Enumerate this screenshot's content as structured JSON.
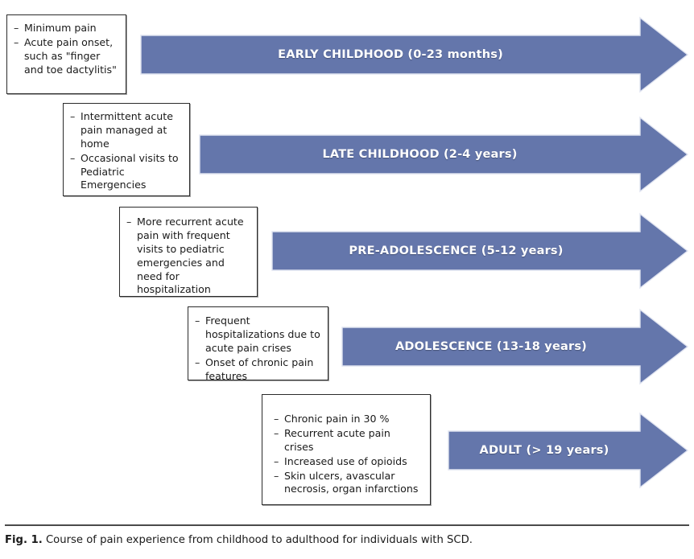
{
  "figure": {
    "caption_label": "Fig. 1.",
    "caption_text": "Course of pain experience from childhood to adulthood for individuals with SCD.",
    "arrow_color": "#6476ab",
    "arrow_border_color": "#d8dcec",
    "box_border_color": "#2b2b2b",
    "background": "#ffffff"
  },
  "stages": [
    {
      "id": "early-childhood",
      "arrow_label": "EARLY CHILDHOOD (0-23 months)",
      "box_items": [
        "Minimum pain",
        "Acute pain onset, such as \"finger and toe dactylitis\""
      ]
    },
    {
      "id": "late-childhood",
      "arrow_label": "LATE CHILDHOOD (2-4 years)",
      "box_items": [
        "Intermittent acute pain managed at home",
        "Occasional visits to Pediatric Emergencies"
      ]
    },
    {
      "id": "pre-adolescence",
      "arrow_label": "PRE-ADOLESCENCE (5-12 years)",
      "box_items": [
        "More recurrent acute pain with frequent visits to pediatric emergencies and need for hospitalization"
      ]
    },
    {
      "id": "adolescence",
      "arrow_label": "ADOLESCENCE (13-18 years)",
      "box_items": [
        "Frequent hospitalizations due to acute pain crises",
        "Onset of chronic pain features"
      ]
    },
    {
      "id": "adult",
      "arrow_label": "ADULT (> 19 years)",
      "box_items": [
        "Chronic pain in 30 %",
        "Recurrent acute pain crises",
        "Increased use of opioids",
        "Skin ulcers, avascular necrosis, organ infarctions"
      ]
    }
  ]
}
